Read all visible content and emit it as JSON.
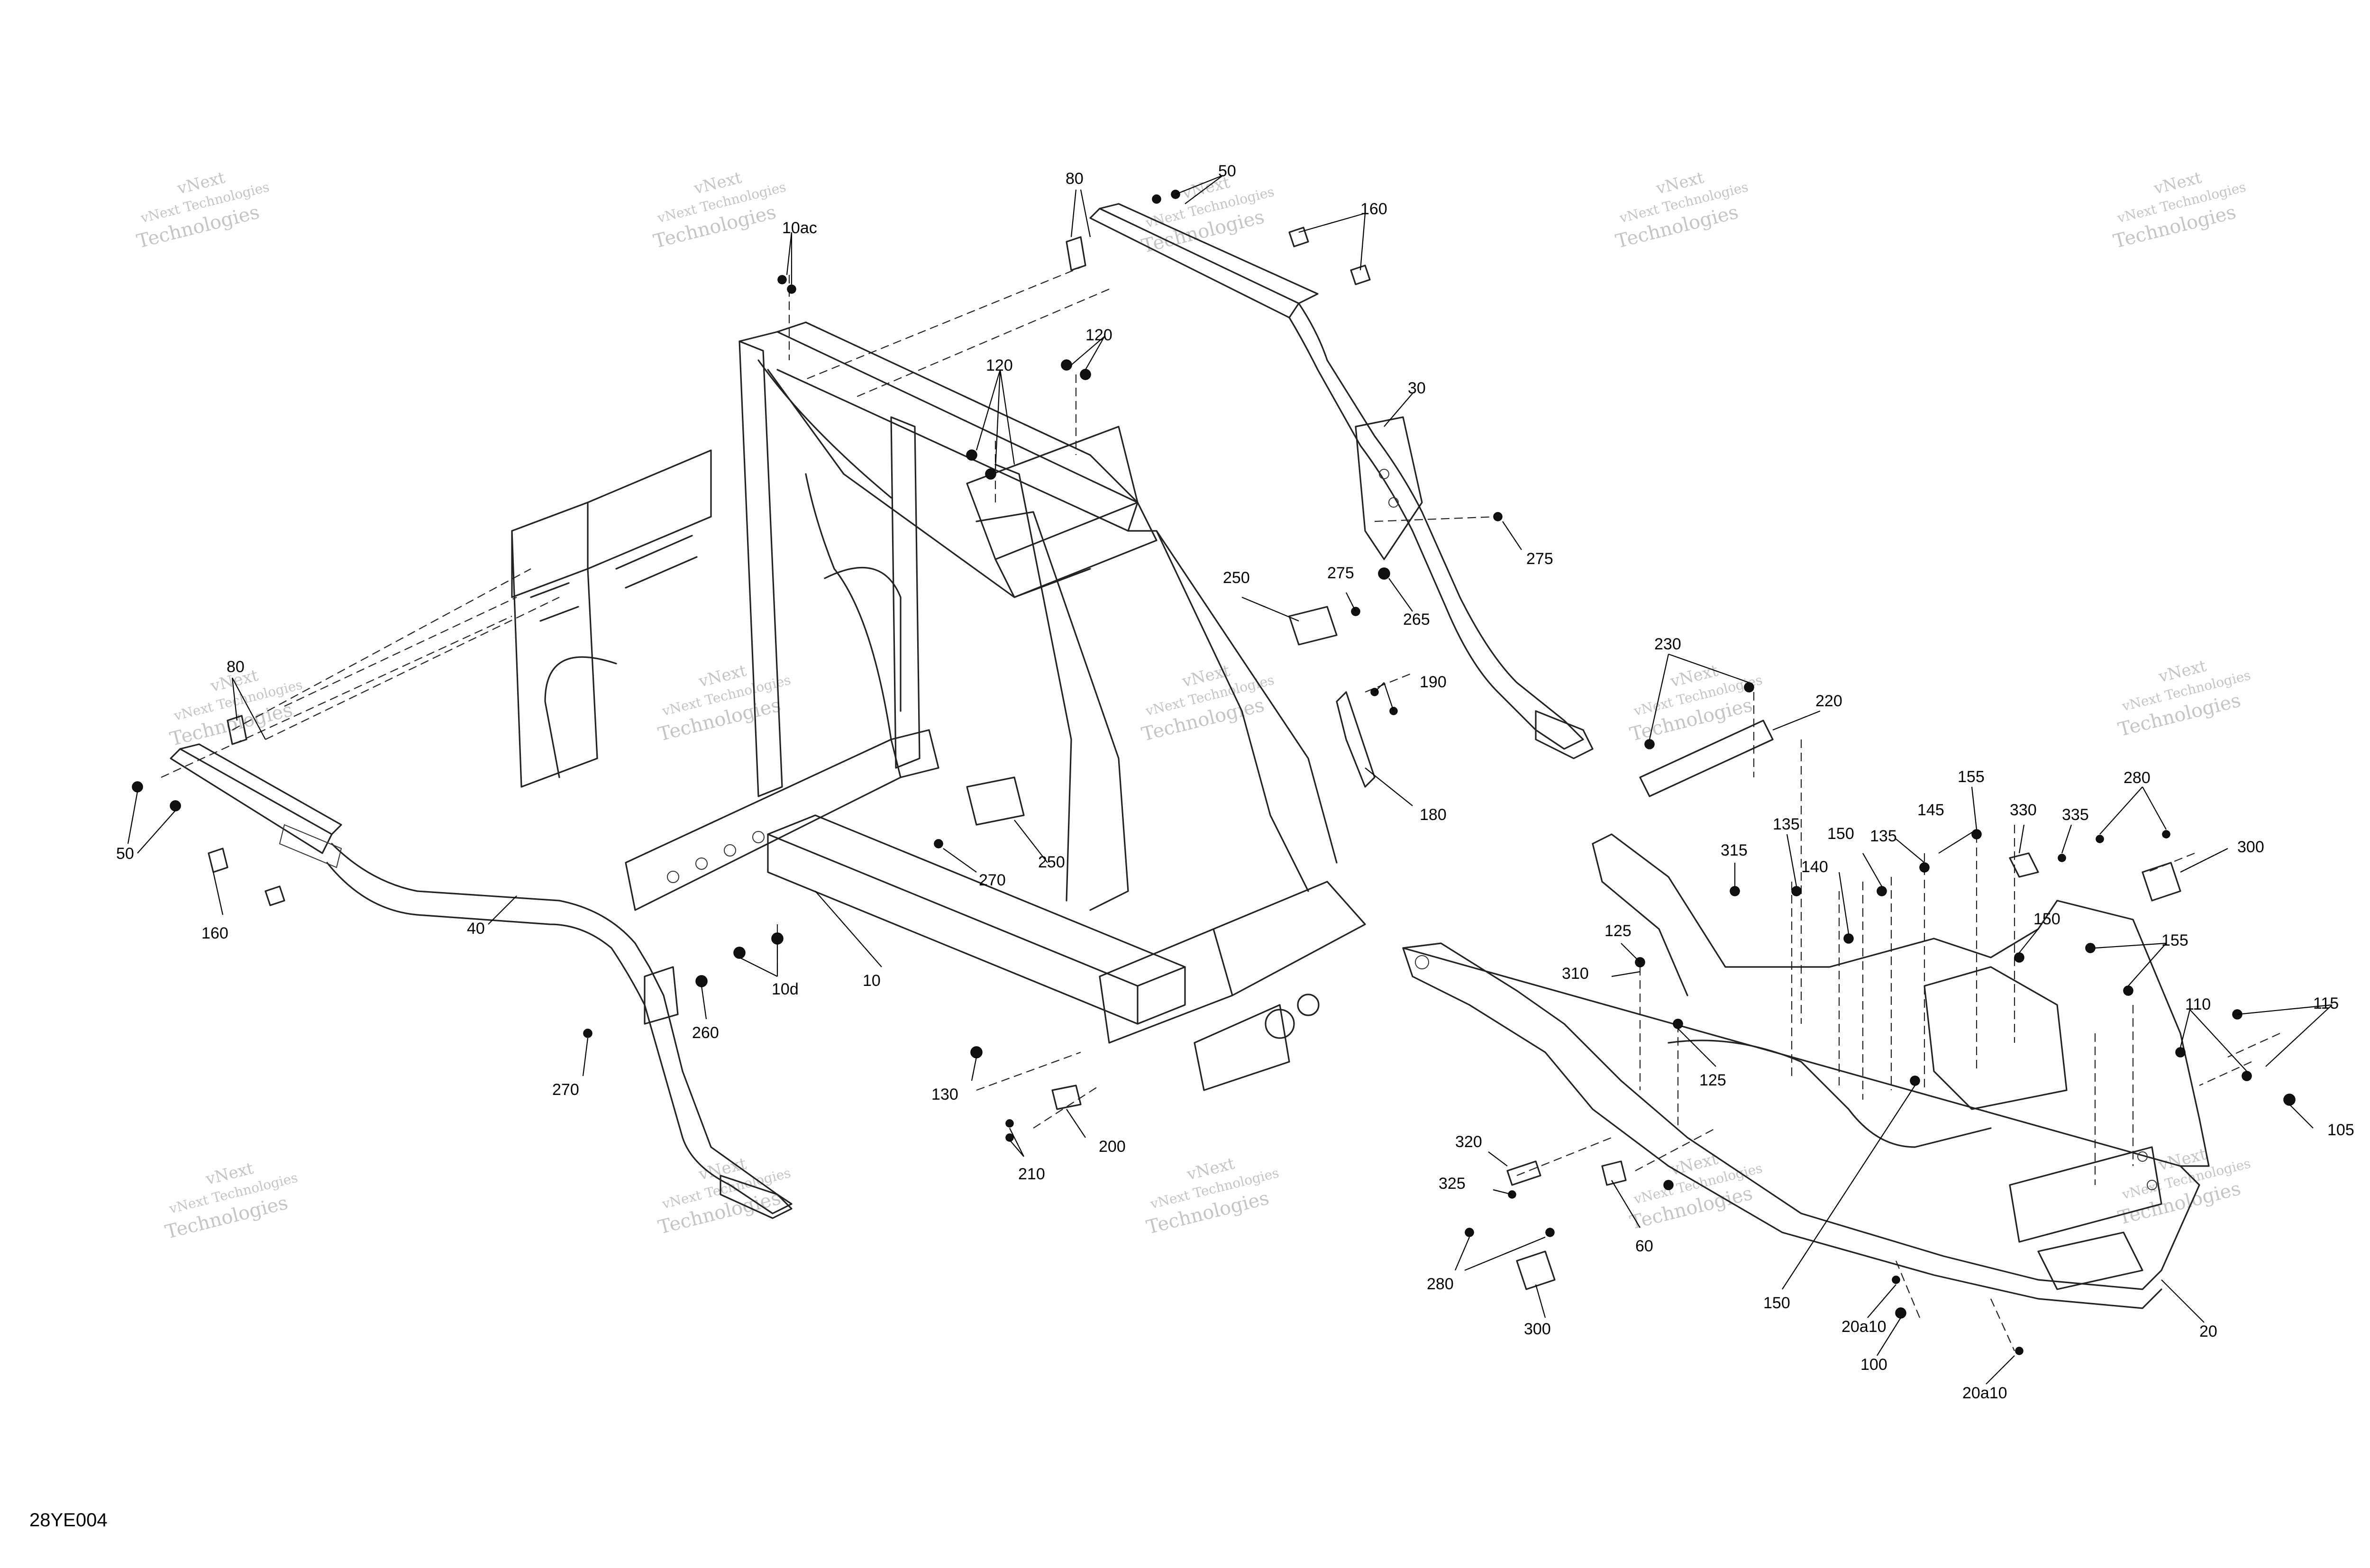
{
  "drawing_code": "28YE004",
  "watermark": {
    "line1": "vNext Technologies",
    "line2": "vNext",
    "line3": "Technologies"
  },
  "callouts": [
    {
      "id": "c-80-top",
      "label": "80"
    },
    {
      "id": "c-50-top",
      "label": "50"
    },
    {
      "id": "c-160-top",
      "label": "160"
    },
    {
      "id": "c-10ac",
      "label": "10ac"
    },
    {
      "id": "c-120-a",
      "label": "120"
    },
    {
      "id": "c-120-b",
      "label": "120"
    },
    {
      "id": "c-30",
      "label": "30"
    },
    {
      "id": "c-275-a",
      "label": "275"
    },
    {
      "id": "c-265",
      "label": "265"
    },
    {
      "id": "c-250-a",
      "label": "250"
    },
    {
      "id": "c-275-b",
      "label": "275"
    },
    {
      "id": "c-190",
      "label": "190"
    },
    {
      "id": "c-180",
      "label": "180"
    },
    {
      "id": "c-80-left",
      "label": "80"
    },
    {
      "id": "c-50-left",
      "label": "50"
    },
    {
      "id": "c-160-left",
      "label": "160"
    },
    {
      "id": "c-40",
      "label": "40"
    },
    {
      "id": "c-270-a",
      "label": "270"
    },
    {
      "id": "c-250-b",
      "label": "250"
    },
    {
      "id": "c-10",
      "label": "10"
    },
    {
      "id": "c-10d",
      "label": "10d"
    },
    {
      "id": "c-260",
      "label": "260"
    },
    {
      "id": "c-270-b",
      "label": "270"
    },
    {
      "id": "c-130",
      "label": "130"
    },
    {
      "id": "c-200",
      "label": "200"
    },
    {
      "id": "c-210",
      "label": "210"
    },
    {
      "id": "c-230",
      "label": "230"
    },
    {
      "id": "c-220",
      "label": "220"
    },
    {
      "id": "c-155-a",
      "label": "155"
    },
    {
      "id": "c-330",
      "label": "330"
    },
    {
      "id": "c-335",
      "label": "335"
    },
    {
      "id": "c-280-a",
      "label": "280"
    },
    {
      "id": "c-300-a",
      "label": "300"
    },
    {
      "id": "c-315",
      "label": "315"
    },
    {
      "id": "c-135-a",
      "label": "135"
    },
    {
      "id": "c-150-a",
      "label": "150"
    },
    {
      "id": "c-140",
      "label": "140"
    },
    {
      "id": "c-135-b",
      "label": "135"
    },
    {
      "id": "c-145",
      "label": "145"
    },
    {
      "id": "c-150-b",
      "label": "150"
    },
    {
      "id": "c-155-b",
      "label": "155"
    },
    {
      "id": "c-125-a",
      "label": "125"
    },
    {
      "id": "c-310",
      "label": "310"
    },
    {
      "id": "c-125-b",
      "label": "125"
    },
    {
      "id": "c-110",
      "label": "110"
    },
    {
      "id": "c-115",
      "label": "115"
    },
    {
      "id": "c-105",
      "label": "105"
    },
    {
      "id": "c-320",
      "label": "320"
    },
    {
      "id": "c-325",
      "label": "325"
    },
    {
      "id": "c-60",
      "label": "60"
    },
    {
      "id": "c-150-c",
      "label": "150"
    },
    {
      "id": "c-280-b",
      "label": "280"
    },
    {
      "id": "c-300-b",
      "label": "300"
    },
    {
      "id": "c-20a10-a",
      "label": "20a10"
    },
    {
      "id": "c-100",
      "label": "100"
    },
    {
      "id": "c-20a10-b",
      "label": "20a10"
    },
    {
      "id": "c-20",
      "label": "20"
    }
  ]
}
